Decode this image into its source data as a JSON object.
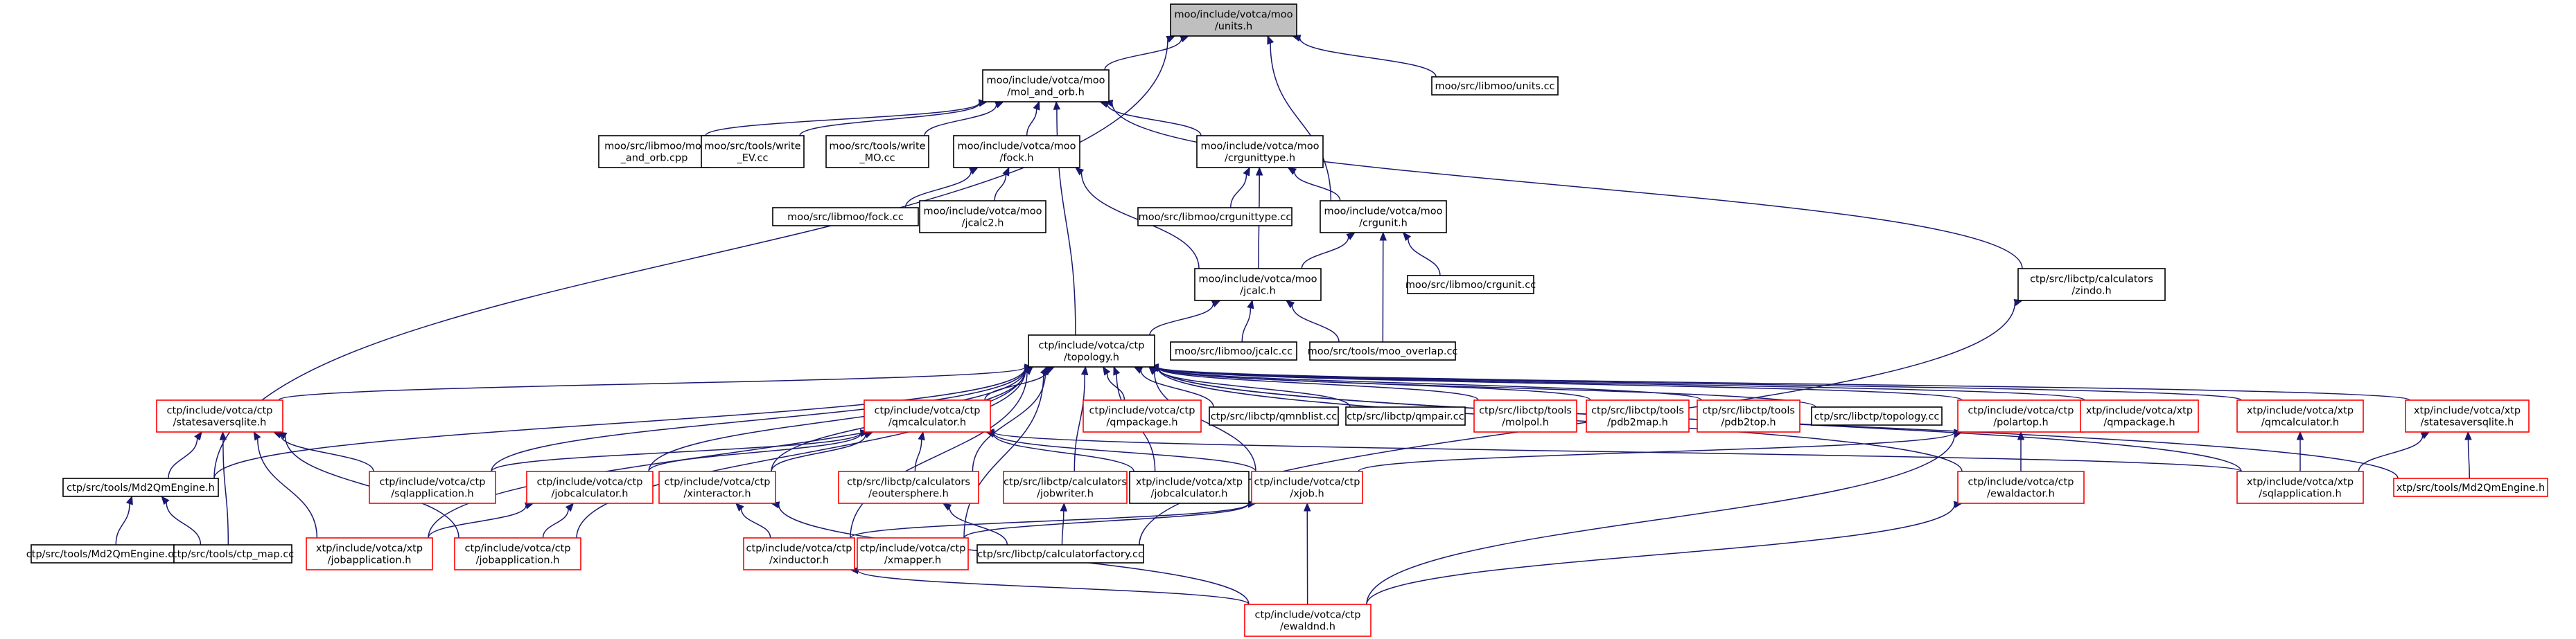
{
  "colors": {
    "edge": "#191970",
    "root_fill": "#bfbfbf",
    "border_normal": "#000000",
    "border_red": "#ff0000",
    "text": "#000000",
    "background": "#ffffff"
  },
  "nodes": [
    {
      "id": "units",
      "lines": [
        "moo/include/votca/moo",
        "/units.h"
      ],
      "style": "root"
    },
    {
      "id": "mol_and_orb",
      "lines": [
        "moo/include/votca/moo",
        "/mol_and_orb.h"
      ],
      "style": "normal"
    },
    {
      "id": "units_cc",
      "lines": [
        "moo/src/libmoo/units.cc"
      ],
      "style": "normal"
    },
    {
      "id": "mol_and_orb_cpp",
      "lines": [
        "moo/src/libmoo/mol",
        "_and_orb.cpp"
      ],
      "style": "normal"
    },
    {
      "id": "write_ev",
      "lines": [
        "moo/src/tools/write",
        "_EV.cc"
      ],
      "style": "normal"
    },
    {
      "id": "write_mo",
      "lines": [
        "moo/src/tools/write",
        "_MO.cc"
      ],
      "style": "normal"
    },
    {
      "id": "fock_h",
      "lines": [
        "moo/include/votca/moo",
        "/fock.h"
      ],
      "style": "normal"
    },
    {
      "id": "crgunittype_h",
      "lines": [
        "moo/include/votca/moo",
        "/crgunittype.h"
      ],
      "style": "normal"
    },
    {
      "id": "fock_cc",
      "lines": [
        "moo/src/libmoo/fock.cc"
      ],
      "style": "normal"
    },
    {
      "id": "jcalc2_h",
      "lines": [
        "moo/include/votca/moo",
        "/jcalc2.h"
      ],
      "style": "normal"
    },
    {
      "id": "crgunittype_cc",
      "lines": [
        "moo/src/libmoo/crgunittype.cc"
      ],
      "style": "normal"
    },
    {
      "id": "crgunit_h",
      "lines": [
        "moo/include/votca/moo",
        "/crgunit.h"
      ],
      "style": "normal"
    },
    {
      "id": "crgunit_cc",
      "lines": [
        "moo/src/libmoo/crgunit.cc"
      ],
      "style": "normal"
    },
    {
      "id": "jcalc_h",
      "lines": [
        "moo/include/votca/moo",
        "/jcalc.h"
      ],
      "style": "normal"
    },
    {
      "id": "zindo_h",
      "lines": [
        "ctp/src/libctp/calculators",
        "/zindo.h"
      ],
      "style": "normal"
    },
    {
      "id": "topology_h",
      "lines": [
        "ctp/include/votca/ctp",
        "/topology.h"
      ],
      "style": "normal"
    },
    {
      "id": "jcalc_cc",
      "lines": [
        "moo/src/libmoo/jcalc.cc"
      ],
      "style": "normal"
    },
    {
      "id": "moo_overlap",
      "lines": [
        "moo/src/tools/moo_overlap.cc"
      ],
      "style": "normal"
    },
    {
      "id": "ctp_statesaversqlite",
      "lines": [
        "ctp/include/votca/ctp",
        "/statesaversqlite.h"
      ],
      "style": "red"
    },
    {
      "id": "qmcalculator_h",
      "lines": [
        "ctp/include/votca/ctp",
        "/qmcalculator.h"
      ],
      "style": "red"
    },
    {
      "id": "qmpackage_ctp",
      "lines": [
        "ctp/include/votca/ctp",
        "/qmpackage.h"
      ],
      "style": "red"
    },
    {
      "id": "qmnblist_cc",
      "lines": [
        "ctp/src/libctp/qmnblist.cc"
      ],
      "style": "normal"
    },
    {
      "id": "qmpair_cc",
      "lines": [
        "ctp/src/libctp/qmpair.cc"
      ],
      "style": "normal"
    },
    {
      "id": "molpol",
      "lines": [
        "ctp/src/libctp/tools",
        "/molpol.h"
      ],
      "style": "red"
    },
    {
      "id": "pdb2map",
      "lines": [
        "ctp/src/libctp/tools",
        "/pdb2map.h"
      ],
      "style": "red"
    },
    {
      "id": "pdb2top",
      "lines": [
        "ctp/src/libctp/tools",
        "/pdb2top.h"
      ],
      "style": "red"
    },
    {
      "id": "topology_cc",
      "lines": [
        "ctp/src/libctp/topology.cc"
      ],
      "style": "normal"
    },
    {
      "id": "polartop",
      "lines": [
        "ctp/include/votca/ctp",
        "/polartop.h"
      ],
      "style": "red"
    },
    {
      "id": "xtp_qmpackage",
      "lines": [
        "xtp/include/votca/xtp",
        "/qmpackage.h"
      ],
      "style": "red"
    },
    {
      "id": "xtp_qmcalculator",
      "lines": [
        "xtp/include/votca/xtp",
        "/qmcalculator.h"
      ],
      "style": "red"
    },
    {
      "id": "xtp_statesaversqlite",
      "lines": [
        "xtp/include/votca/xtp",
        "/statesaversqlite.h"
      ],
      "style": "red"
    },
    {
      "id": "md2qmengine_h",
      "lines": [
        "ctp/src/tools/Md2QmEngine.h"
      ],
      "style": "normal"
    },
    {
      "id": "ctp_sqlapplication",
      "lines": [
        "ctp/include/votca/ctp",
        "/sqlapplication.h"
      ],
      "style": "red"
    },
    {
      "id": "jobcalculator_ctp",
      "lines": [
        "ctp/include/votca/ctp",
        "/jobcalculator.h"
      ],
      "style": "red"
    },
    {
      "id": "xinteractor",
      "lines": [
        "ctp/include/votca/ctp",
        "/xinteractor.h"
      ],
      "style": "red"
    },
    {
      "id": "eoutersphere",
      "lines": [
        "ctp/src/libctp/calculators",
        "/eoutersphere.h"
      ],
      "style": "red"
    },
    {
      "id": "jobwriter",
      "lines": [
        "ctp/src/libctp/calculators",
        "/jobwriter.h"
      ],
      "style": "red"
    },
    {
      "id": "jobcalculator_xtp",
      "lines": [
        "xtp/include/votca/xtp",
        "/jobcalculator.h"
      ],
      "style": "normal"
    },
    {
      "id": "xjob",
      "lines": [
        "ctp/include/votca/ctp",
        "/xjob.h"
      ],
      "style": "red"
    },
    {
      "id": "ewaldactor",
      "lines": [
        "ctp/include/votca/ctp",
        "/ewaldactor.h"
      ],
      "style": "red"
    },
    {
      "id": "xtp_sqlapplication",
      "lines": [
        "xtp/include/votca/xtp",
        "/sqlapplication.h"
      ],
      "style": "red"
    },
    {
      "id": "xtp_md2qmengine",
      "lines": [
        "xtp/src/tools/Md2QmEngine.h"
      ],
      "style": "red"
    },
    {
      "id": "md2qmengine_cc",
      "lines": [
        "ctp/src/tools/Md2QmEngine.cc"
      ],
      "style": "normal"
    },
    {
      "id": "ctp_map",
      "lines": [
        "ctp/src/tools/ctp_map.cc"
      ],
      "style": "normal"
    },
    {
      "id": "xtp_jobapplication",
      "lines": [
        "xtp/include/votca/xtp",
        "/jobapplication.h"
      ],
      "style": "red"
    },
    {
      "id": "ctp_jobapplication",
      "lines": [
        "ctp/include/votca/ctp",
        "/jobapplication.h"
      ],
      "style": "red"
    },
    {
      "id": "xinductor",
      "lines": [
        "ctp/include/votca/ctp",
        "/xinductor.h"
      ],
      "style": "red"
    },
    {
      "id": "xmapper",
      "lines": [
        "ctp/include/votca/ctp",
        "/xmapper.h"
      ],
      "style": "red"
    },
    {
      "id": "calculatorfactory",
      "lines": [
        "ctp/src/libctp/calculatorfactory.cc"
      ],
      "style": "normal"
    },
    {
      "id": "ewaldnd",
      "lines": [
        "ctp/include/votca/ctp",
        "/ewaldnd.h"
      ],
      "style": "red"
    }
  ],
  "edges": [
    [
      "mol_and_orb",
      "units"
    ],
    [
      "units_cc",
      "units"
    ],
    [
      "crgunit_h",
      "units"
    ],
    [
      "md2qmengine_h",
      "units"
    ],
    [
      "mol_and_orb_cpp",
      "mol_and_orb"
    ],
    [
      "write_ev",
      "mol_and_orb"
    ],
    [
      "write_mo",
      "mol_and_orb"
    ],
    [
      "fock_h",
      "mol_and_orb"
    ],
    [
      "crgunittype_h",
      "mol_and_orb"
    ],
    [
      "zindo_h",
      "mol_and_orb"
    ],
    [
      "topology_h",
      "mol_and_orb"
    ],
    [
      "fock_cc",
      "fock_h"
    ],
    [
      "jcalc2_h",
      "fock_h"
    ],
    [
      "jcalc_h",
      "fock_h"
    ],
    [
      "crgunittype_cc",
      "crgunittype_h"
    ],
    [
      "crgunit_h",
      "crgunittype_h"
    ],
    [
      "jcalc_h",
      "crgunittype_h"
    ],
    [
      "crgunit_cc",
      "crgunit_h"
    ],
    [
      "jcalc_h",
      "crgunit_h"
    ],
    [
      "moo_overlap",
      "crgunit_h"
    ],
    [
      "topology_h",
      "jcalc_h"
    ],
    [
      "jcalc_cc",
      "jcalc_h"
    ],
    [
      "moo_overlap",
      "jcalc_h"
    ],
    [
      "calculatorfactory",
      "zindo_h"
    ],
    [
      "ctp_statesaversqlite",
      "topology_h"
    ],
    [
      "qmcalculator_h",
      "topology_h"
    ],
    [
      "qmpackage_ctp",
      "topology_h"
    ],
    [
      "qmnblist_cc",
      "topology_h"
    ],
    [
      "qmpair_cc",
      "topology_h"
    ],
    [
      "molpol",
      "topology_h"
    ],
    [
      "pdb2map",
      "topology_h"
    ],
    [
      "pdb2top",
      "topology_h"
    ],
    [
      "topology_cc",
      "topology_h"
    ],
    [
      "polartop",
      "topology_h"
    ],
    [
      "xtp_qmpackage",
      "topology_h"
    ],
    [
      "xtp_qmcalculator",
      "topology_h"
    ],
    [
      "xtp_statesaversqlite",
      "topology_h"
    ],
    [
      "md2qmengine_h",
      "topology_h"
    ],
    [
      "ctp_sqlapplication",
      "topology_h"
    ],
    [
      "jobcalculator_ctp",
      "topology_h"
    ],
    [
      "xinteractor",
      "topology_h"
    ],
    [
      "eoutersphere",
      "topology_h"
    ],
    [
      "jobwriter",
      "topology_h"
    ],
    [
      "jobcalculator_xtp",
      "topology_h"
    ],
    [
      "xjob",
      "topology_h"
    ],
    [
      "ewaldactor",
      "topology_h"
    ],
    [
      "xtp_sqlapplication",
      "topology_h"
    ],
    [
      "xtp_md2qmengine",
      "topology_h"
    ],
    [
      "xtp_jobapplication",
      "topology_h"
    ],
    [
      "ctp_jobapplication",
      "topology_h"
    ],
    [
      "xinductor",
      "topology_h"
    ],
    [
      "xmapper",
      "topology_h"
    ],
    [
      "md2qmengine_h",
      "ctp_statesaversqlite"
    ],
    [
      "ctp_sqlapplication",
      "ctp_statesaversqlite"
    ],
    [
      "ctp_map",
      "ctp_statesaversqlite"
    ],
    [
      "xtp_jobapplication",
      "ctp_statesaversqlite"
    ],
    [
      "ctp_jobapplication",
      "ctp_statesaversqlite"
    ],
    [
      "ctp_sqlapplication",
      "qmcalculator_h"
    ],
    [
      "jobcalculator_ctp",
      "qmcalculator_h"
    ],
    [
      "xinteractor",
      "qmcalculator_h"
    ],
    [
      "eoutersphere",
      "qmcalculator_h"
    ],
    [
      "jobcalculator_xtp",
      "qmcalculator_h"
    ],
    [
      "xjob",
      "qmcalculator_h"
    ],
    [
      "xtp_sqlapplication",
      "qmcalculator_h"
    ],
    [
      "xjob",
      "polartop"
    ],
    [
      "ewaldactor",
      "polartop"
    ],
    [
      "ewaldnd",
      "polartop"
    ],
    [
      "xtp_sqlapplication",
      "xtp_qmcalculator"
    ],
    [
      "xtp_sqlapplication",
      "xtp_statesaversqlite"
    ],
    [
      "xtp_md2qmengine",
      "xtp_statesaversqlite"
    ],
    [
      "md2qmengine_cc",
      "md2qmengine_h"
    ],
    [
      "ctp_map",
      "md2qmengine_h"
    ],
    [
      "xtp_jobapplication",
      "jobcalculator_ctp"
    ],
    [
      "ctp_jobapplication",
      "jobcalculator_ctp"
    ],
    [
      "xinductor",
      "xinteractor"
    ],
    [
      "ewaldnd",
      "xinteractor"
    ],
    [
      "calculatorfactory",
      "eoutersphere"
    ],
    [
      "calculatorfactory",
      "jobwriter"
    ],
    [
      "xinductor",
      "xjob"
    ],
    [
      "xmapper",
      "xjob"
    ],
    [
      "ewaldnd",
      "xjob"
    ],
    [
      "ewaldnd",
      "ewaldactor"
    ],
    [
      "ewaldnd",
      "xinductor"
    ]
  ]
}
